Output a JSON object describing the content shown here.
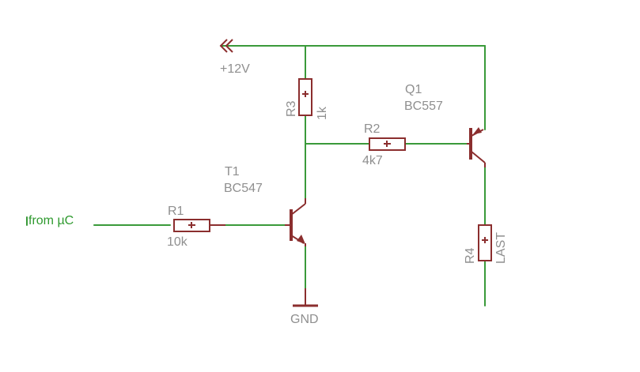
{
  "supply": {
    "label": "+12V"
  },
  "ground": {
    "label": "GND"
  },
  "input": {
    "label": "from µC"
  },
  "components": {
    "r1": {
      "name": "R1",
      "value": "10k"
    },
    "r2": {
      "name": "R2",
      "value": "4k7"
    },
    "r3": {
      "name": "R3",
      "value": "1k"
    },
    "r4": {
      "name": "R4",
      "value": "LAST"
    },
    "t1": {
      "name": "T1",
      "value": "BC547"
    },
    "q1": {
      "name": "Q1",
      "value": "BC557"
    }
  },
  "colors": {
    "wire": "#3a9a3a",
    "part": "#8b2e2e",
    "label": "#8f8f8f"
  }
}
